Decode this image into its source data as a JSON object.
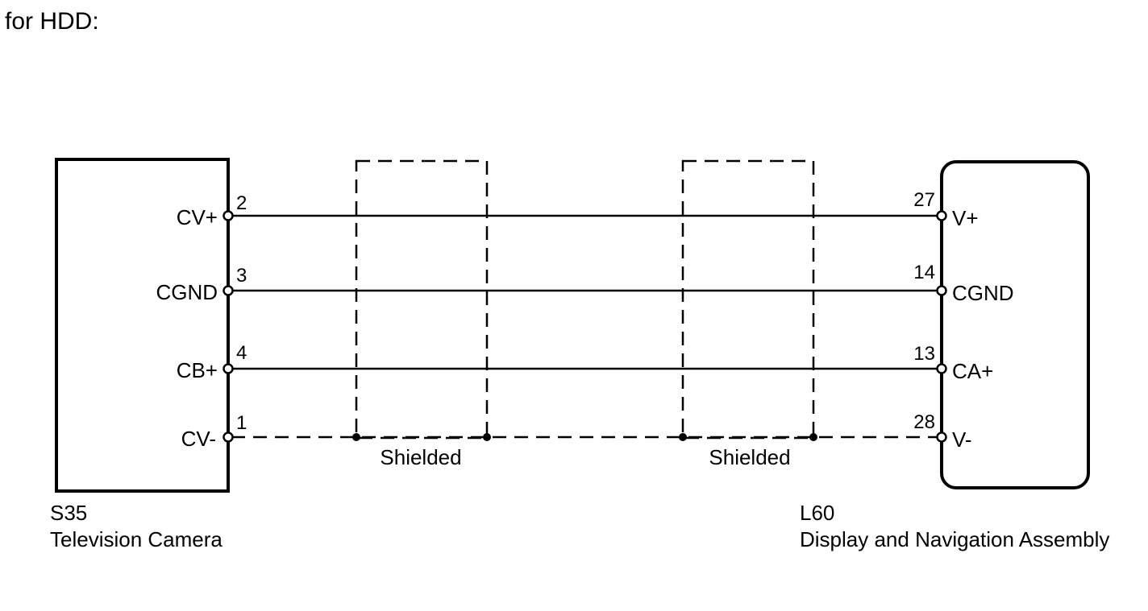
{
  "header": {
    "title": "for HDD:"
  },
  "left_component": {
    "id": "S35",
    "name": "Television Camera",
    "terminals": [
      {
        "label": "CV+",
        "pin": "2"
      },
      {
        "label": "CGND",
        "pin": "3"
      },
      {
        "label": "CB+",
        "pin": "4"
      },
      {
        "label": "CV-",
        "pin": "1"
      }
    ]
  },
  "right_component": {
    "id": "L60",
    "name": "Display and Navigation Assembly",
    "terminals": [
      {
        "label": "V+",
        "pin": "27"
      },
      {
        "label": "CGND",
        "pin": "14"
      },
      {
        "label": "CA+",
        "pin": "13"
      },
      {
        "label": "V-",
        "pin": "28"
      }
    ]
  },
  "shields": [
    {
      "label": "Shielded"
    },
    {
      "label": "Shielded"
    }
  ]
}
